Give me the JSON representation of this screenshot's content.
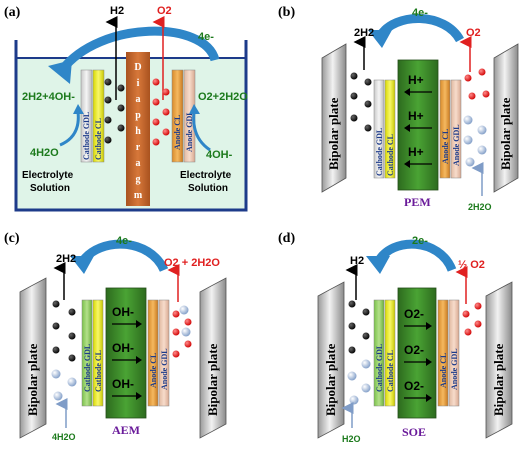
{
  "panel_a": {
    "label": "(a)",
    "h2": "H2",
    "o2": "O2",
    "electrons": "4e-",
    "cathode_reaction": "2H2+4OH-",
    "anode_reaction": "O2+2H2O",
    "cathode_input": "4H2O",
    "anode_input": "4OH-",
    "cathode_gdl": "Cathode GDL",
    "cathode_cl": "Cathode CL",
    "anode_cl": "Anode CL",
    "anode_gdl": "Anode GDL",
    "diaphragm": [
      "D",
      "i",
      "a",
      "p",
      "h",
      "r",
      "a",
      "g",
      "m"
    ],
    "left_solution": [
      "Electrolyte",
      "Solution"
    ],
    "right_solution": [
      "Electrolyte",
      "Solution"
    ]
  },
  "panel_b": {
    "label": "(b)",
    "h2": "2H2",
    "o2": "O2",
    "electrons": "4e-",
    "bipolar_left": "Bipolar plate",
    "bipolar_right": "Bipolar plate",
    "cathode_gdl": "Cathode GDL",
    "cathode_cl": "Cathode CL",
    "anode_cl": "Anode CL",
    "anode_gdl": "Anode GDL",
    "ions": [
      "H+",
      "H+",
      "H+"
    ],
    "membrane": "PEM",
    "water_input": "2H2O"
  },
  "panel_c": {
    "label": "(c)",
    "h2": "2H2",
    "o2": "O2 + 2H2O",
    "electrons": "4e-",
    "bipolar_left": "Bipolar plate",
    "bipolar_right": "Bipolar plate",
    "cathode_gdl": "Cathode GDL",
    "cathode_cl": "Cathode CL",
    "anode_cl": "Anode CL",
    "anode_gdl": "Anode GDL",
    "ions": [
      "OH-",
      "OH-",
      "OH-"
    ],
    "membrane": "AEM",
    "water_input": "4H2O"
  },
  "panel_d": {
    "label": "(d)",
    "h2": "H2",
    "o2": "½ O2",
    "electrons": "2e-",
    "bipolar_left": "Bipolar plate",
    "bipolar_right": "Bipolar plate",
    "cathode_gdl": "Cathode GDL",
    "cathode_cl": "Cathode CL",
    "anode_cl": "Anode CL",
    "anode_gdl": "Anode GDL",
    "ions": [
      "O2-",
      "O2-",
      "O2-"
    ],
    "membrane": "SOE",
    "water_input": "H2O"
  },
  "colors": {
    "h2_ball": "#111111",
    "o2_ball": "#e02020",
    "water_ball": "#9bb4d6",
    "membrane_green": "#3e8c2a",
    "arrow_blue": "#2f86c8",
    "red_text": "#e02020",
    "green_text": "#1c7a1c",
    "diaphragm": "#c0642a"
  }
}
